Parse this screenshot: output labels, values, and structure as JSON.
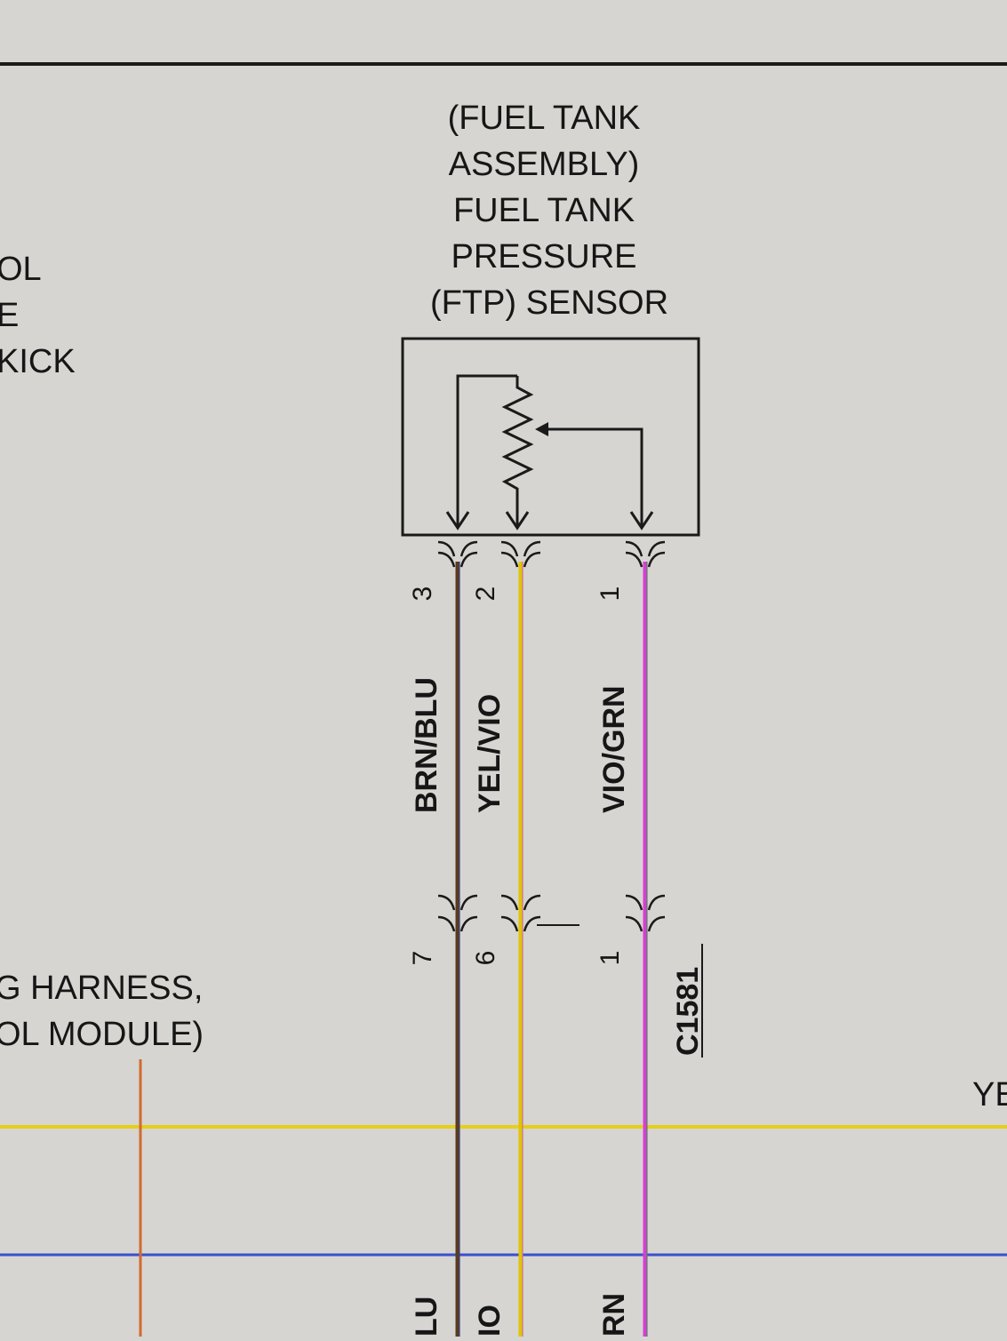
{
  "component": {
    "title_lines": [
      "(FUEL TANK",
      "ASSEMBLY)",
      "FUEL TANK",
      "PRESSURE",
      "(FTP) SENSOR"
    ]
  },
  "left_fragments": {
    "upper": [
      "OL",
      "E",
      "KICK"
    ],
    "lower": [
      "G HARNESS,",
      "OL MODULE)"
    ]
  },
  "right_fragment": "YE",
  "wires": [
    {
      "top_pin": "3",
      "color_code": "BRN/BLU",
      "bottom_pin": "7",
      "color": "#5a3b1c",
      "color2": "#2f3fbf",
      "bottom_fragment": "LU"
    },
    {
      "top_pin": "2",
      "color_code": "YEL/VIO",
      "bottom_pin": "6",
      "color": "#e2c400",
      "color2": "#c04ad6",
      "bottom_fragment": "IO"
    },
    {
      "top_pin": "1",
      "color_code": "VIO/GRN",
      "bottom_pin": "1",
      "color": "#d43fd4",
      "color2": "#2e9a3a",
      "bottom_fragment": "RN"
    }
  ],
  "connector": "C1581",
  "colors": {
    "background": "#d6d5d1",
    "line": "#1a1a1a",
    "bus_yellow": "#e6cf1a",
    "bus_blue": "#3a4fd0",
    "orange_wire": "#d26a2e"
  }
}
